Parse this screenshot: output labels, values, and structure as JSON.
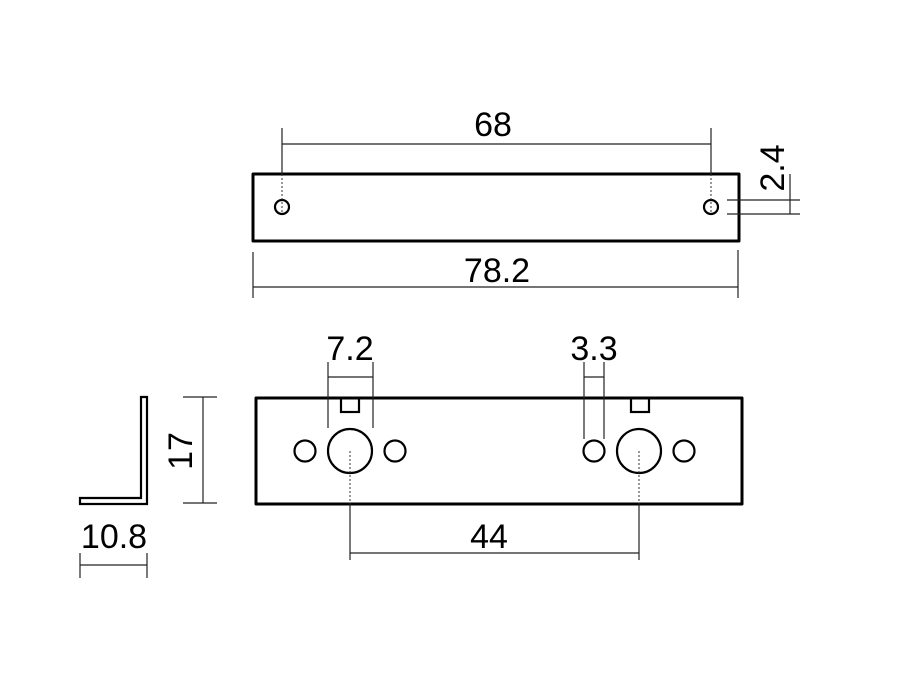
{
  "drawing": {
    "type": "technical-drawing",
    "part": "L-bracket",
    "units": "mm",
    "top_view": {
      "dimensions": {
        "hole_spacing": "68",
        "overall_length": "78.2",
        "hole_diameter": "2.4"
      }
    },
    "front_view": {
      "dimensions": {
        "center_hole_diameter": "7.2",
        "side_hole_diameter": "3.3",
        "center_spacing": "44"
      }
    },
    "side_view": {
      "dimensions": {
        "height": "17",
        "base_width": "10.8"
      }
    }
  }
}
